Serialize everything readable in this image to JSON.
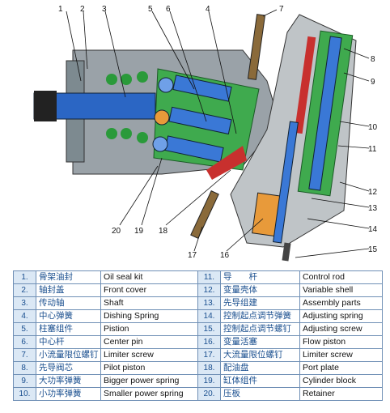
{
  "callouts": [
    "1",
    "2",
    "3",
    "5",
    "6",
    "4",
    "7",
    "8",
    "9",
    "10",
    "11",
    "12",
    "13",
    "14",
    "15",
    "16",
    "17",
    "18",
    "19",
    "20"
  ],
  "legend": {
    "rows": [
      {
        "left": {
          "num": "1.",
          "cn": "骨架油封",
          "en": "Oil seal kit"
        },
        "right": {
          "num": "11.",
          "cn": "导　　杆",
          "en": "Control rod"
        }
      },
      {
        "left": {
          "num": "2.",
          "cn": "轴封盖",
          "en": "Front cover"
        },
        "right": {
          "num": "12.",
          "cn": "变量壳体",
          "en": "Variable shell"
        }
      },
      {
        "left": {
          "num": "3.",
          "cn": "传动轴",
          "en": "Shaft"
        },
        "right": {
          "num": "13.",
          "cn": "先导组建",
          "en": "Assembly parts"
        }
      },
      {
        "left": {
          "num": "4.",
          "cn": "中心弹簧",
          "en": "Dishing Spring"
        },
        "right": {
          "num": "14.",
          "cn": "控制起点调节弹簧",
          "en": "Adjusting spring"
        }
      },
      {
        "left": {
          "num": "5.",
          "cn": "柱塞组件",
          "en": "Pistion"
        },
        "right": {
          "num": "15.",
          "cn": "控制起点调节螺钉",
          "en": "Adjusting screw"
        }
      },
      {
        "left": {
          "num": "6.",
          "cn": "中心杆",
          "en": "Center pin"
        },
        "right": {
          "num": "16.",
          "cn": "变量活塞",
          "en": "Flow piston"
        }
      },
      {
        "left": {
          "num": "7.",
          "cn": "小流量限位螺钉",
          "en": "Limiter screw"
        },
        "right": {
          "num": "17.",
          "cn": "大流量限位螺钉",
          "en": "Limiter screw"
        }
      },
      {
        "left": {
          "num": "8.",
          "cn": "先导阀芯",
          "en": "Pilot piston"
        },
        "right": {
          "num": "18.",
          "cn": "配油盘",
          "en": "Port plate"
        }
      },
      {
        "left": {
          "num": "9.",
          "cn": "大功率弹簧",
          "en": "Bigger power spring"
        },
        "right": {
          "num": "19.",
          "cn": "缸体组件",
          "en": "Cylinder block"
        }
      },
      {
        "left": {
          "num": "10.",
          "cn": "小功率弹簧",
          "en": "Smaller power spring"
        },
        "right": {
          "num": "20.",
          "cn": "压板",
          "en": "Retainer"
        }
      }
    ]
  }
}
